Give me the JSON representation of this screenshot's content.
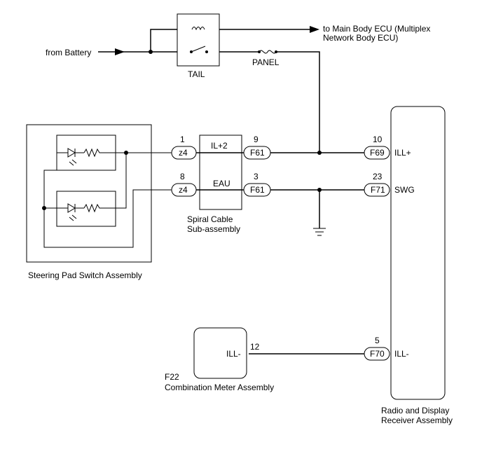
{
  "diagram": {
    "battery_label": "from Battery",
    "main_ecu_label_line1": "to Main Body ECU (Multiplex",
    "main_ecu_label_line2": "Network Body ECU)",
    "tail_label": "TAIL",
    "panel_label": "PANEL",
    "steering_pad_label": "Steering Pad Switch Assembly",
    "spiral_cable": {
      "label_line1": "Spiral Cable",
      "label_line2": "Sub-assembly",
      "pin_top_left": "1",
      "pin_bottom_left": "8",
      "pin_top_right": "9",
      "pin_bottom_right": "3",
      "signal_top": "IL+2",
      "signal_bottom": "EAU"
    },
    "connectors": {
      "z4_top": "z4",
      "z4_bottom": "z4",
      "f61_top": "F61",
      "f61_bottom": "F61",
      "f69": "F69",
      "f71": "F71",
      "f70": "F70"
    },
    "radio": {
      "pin_ill_plus": "10",
      "pin_swg": "23",
      "pin_ill_minus": "5",
      "ill_plus_label": "ILL+",
      "swg_label": "SWG",
      "ill_minus_label": "ILL-",
      "label_line1": "Radio and Display",
      "label_line2": "Receiver Assembly"
    },
    "meter": {
      "pin_label": "ILL-",
      "pin_number": "12",
      "connector_code": "F22",
      "label": "Combination Meter Assembly"
    }
  }
}
